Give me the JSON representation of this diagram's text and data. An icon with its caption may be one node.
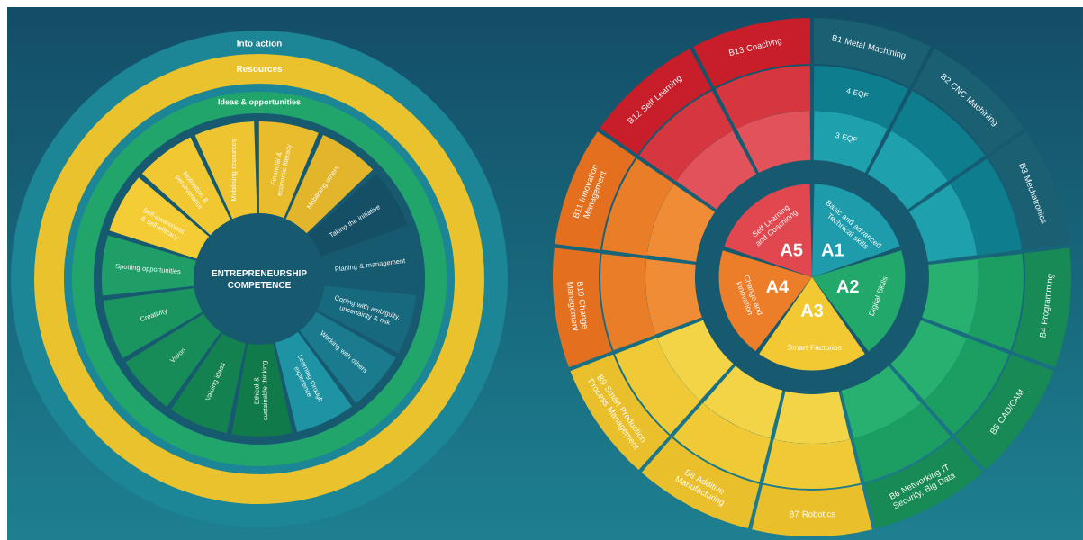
{
  "diagram": {
    "nodes": [
      {
        "text": [
          "Into action"
        ]
      },
      {
        "text": [
          "Resources"
        ],
        "in": 0
      },
      {
        "text": [
          "Ideas & opportunities"
        ],
        "in": 1
      },
      {
        "text": [
          "ENTREPRENEURSHIP COMPETENCE"
        ],
        "in": 2
      },
      {
        "text": [
          "Spotting opportunities"
        ],
        "in": 2
      },
      {
        "text": [
          "Self-awareness & self-efficacy"
        ],
        "in": 2
      },
      {
        "text": [
          "Motivation & perseverance"
        ],
        "in": 2
      },
      {
        "text": [
          "Mobilising resources"
        ],
        "in": 2
      },
      {
        "text": [
          "Financial & economic literacy"
        ],
        "in": 2
      },
      {
        "text": [
          "Mobilising others"
        ],
        "in": 2
      },
      {
        "text": [
          "Taking the initiative"
        ],
        "in": 2
      },
      {
        "text": [
          "Planing & management"
        ],
        "in": 2
      },
      {
        "text": [
          "Coping with ambiguity, uncertainty & risk"
        ],
        "in": 2
      },
      {
        "text": [
          "Working with others"
        ],
        "in": 2
      },
      {
        "text": [
          "Learning through experience"
        ],
        "in": 2
      },
      {
        "text": [
          "Ethical & sustainable thinking"
        ],
        "in": 2
      },
      {
        "text": [
          "Valuing ideas"
        ],
        "in": 2
      },
      {
        "text": [
          "Vision"
        ],
        "in": 2
      },
      {
        "text": [
          "Creativity"
        ],
        "in": 2
      },
      {
        "text": [
          "A1",
          "Basic and advanced Technical skills"
        ]
      },
      {
        "text": [
          "A2",
          "Digital Skills"
        ]
      },
      {
        "text": [
          "A3",
          "Smart Factorios"
        ]
      },
      {
        "text": [
          "A4",
          "Change and Innovation"
        ]
      },
      {
        "text": [
          "A5",
          "Self Learning and Coachinng"
        ]
      },
      {
        "text": [
          "B1 Metal Machining",
          "4 EQF",
          "3 EQF"
        ]
      },
      {
        "text": [
          "B2 CNC Machining"
        ]
      },
      {
        "text": [
          "B3 Mechatronics"
        ]
      },
      {
        "text": [
          "B4 Programming"
        ]
      },
      {
        "text": [
          "B5 CAD/CAM"
        ]
      },
      {
        "text": [
          "B6 Networking IT Security, Big Data"
        ]
      },
      {
        "text": [
          "B7 Robotics"
        ]
      },
      {
        "text": [
          "B8 Additive Manufacturing"
        ]
      },
      {
        "text": [
          "B9 Smart Production Process Management"
        ]
      },
      {
        "text": [
          "B10 Change Management"
        ]
      },
      {
        "text": [
          "B11 Innovation Management"
        ]
      },
      {
        "text": [
          "B12 Self Learning"
        ]
      },
      {
        "text": [
          "B13 Coaching"
        ]
      }
    ]
  }
}
